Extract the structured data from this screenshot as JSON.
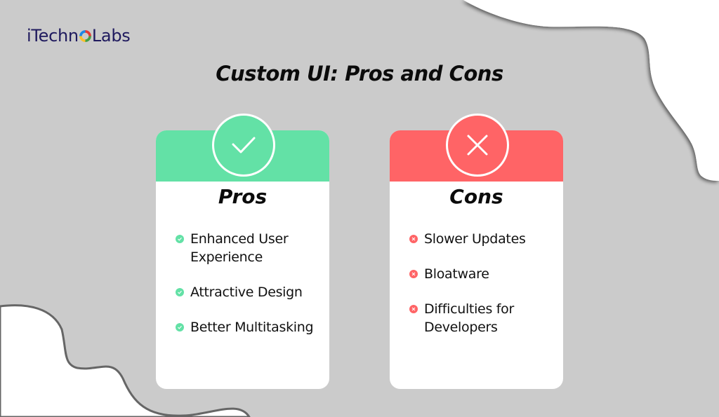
{
  "brand": {
    "name_prefix": "iTechn",
    "name_suffix": "Labs"
  },
  "title": "Custom UI: Pros and Cons",
  "colors": {
    "background": "#cbcbcb",
    "pros_accent": "#63e1a6",
    "cons_accent": "#ff6466",
    "text": "#0b0b0b",
    "logo": "#1f1a5e"
  },
  "pros": {
    "title": "Pros",
    "icon": "check-icon",
    "items": [
      {
        "label": "Enhanced User Experience"
      },
      {
        "label": "Attractive Design"
      },
      {
        "label": "Better Multitasking"
      }
    ]
  },
  "cons": {
    "title": "Cons",
    "icon": "x-icon",
    "items": [
      {
        "label": "Slower Updates"
      },
      {
        "label": "Bloatware"
      },
      {
        "label": "Difficulties for Developers"
      }
    ]
  }
}
